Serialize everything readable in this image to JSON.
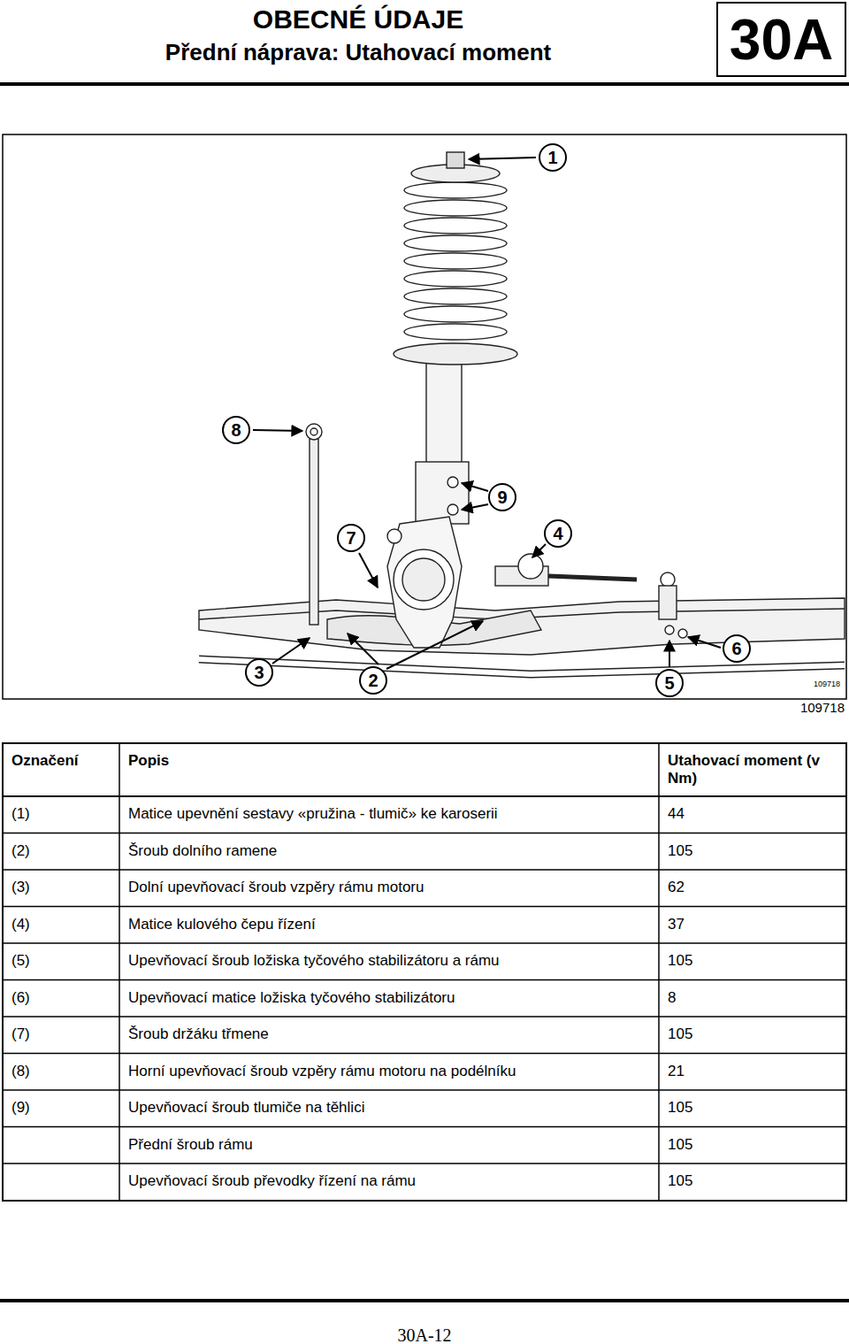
{
  "diagram": {
    "title": "OBECNÉ ÚDAJE",
    "nodes": [
      {
        "text": [
          "30A"
        ]
      },
      {
        "text": [
          "1"
        ]
      },
      {
        "text": [
          "8"
        ]
      },
      {
        "text": [
          "9"
        ]
      },
      {
        "text": [
          "7"
        ]
      },
      {
        "text": [
          "4"
        ]
      },
      {
        "text": [
          "6"
        ]
      },
      {
        "text": [
          "3"
        ]
      },
      {
        "text": [
          "2"
        ]
      },
      {
        "text": [
          "5"
        ]
      }
    ],
    "labels": [
      "Přední náprava: Utahovací moment",
      "109718",
      "109718",
      "Označení",
      "Popis",
      "Utahovací moment (v Nm)",
      "(1)",
      "Matice upevnění sestavy «pružina - tlumič» ke karoserii",
      "44",
      "(2)",
      "Šroub dolního ramene",
      "105",
      "(3)",
      "Dolní upevňovací šroub vzpěry rámu motoru",
      "62",
      "(4)",
      "Matice kulového čepu řízení",
      "37",
      "(5)",
      "Upevňovací šroub ložiska tyčového stabilizátoru a rámu",
      "105",
      "(6)",
      "Upevňovací matice ložiska tyčového stabilizátoru",
      "8",
      "(7)",
      "Šroub držáku třmene",
      "105",
      "(8)",
      "Horní upevňovací šroub vzpěry rámu motoru na podélníku",
      "21",
      "(9)",
      "Upevňovací šroub tlumiče na těhlici",
      "105",
      "Přední šroub rámu",
      "105",
      "Upevňovací šroub převodky řízení na rámu",
      "105",
      "30A-12"
    ]
  }
}
